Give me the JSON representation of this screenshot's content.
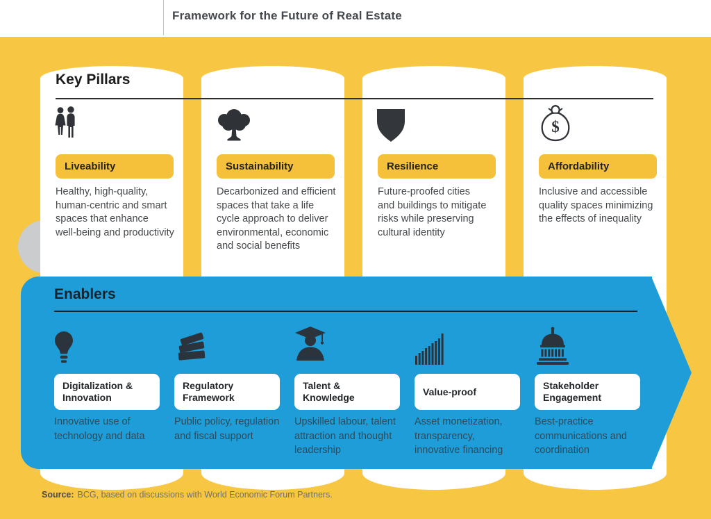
{
  "header": {
    "title": "Framework for the Future of Real Estate"
  },
  "pillars_section": {
    "heading": "Key Pillars"
  },
  "pillars": [
    {
      "title": "Liveability",
      "icon": "couple-icon",
      "description": "Healthy, high-quality,\nhuman-centric and smart\nspaces that enhance\nwell-being and productivity"
    },
    {
      "title": "Sustainability",
      "icon": "tree-icon",
      "description": "Decarbonized and efficient\nspaces that take a life\ncycle approach to deliver\nenvironmental, economic\nand social benefits"
    },
    {
      "title": "Resilience",
      "icon": "shield-icon",
      "description": "Future-proofed cities\nand buildings to mitigate\nrisks while preserving\ncultural identity"
    },
    {
      "title": "Affordability",
      "icon": "moneybag-icon",
      "description": "Inclusive and accessible\nquality spaces minimizing\nthe effects of inequality"
    }
  ],
  "enablers_section": {
    "heading": "Enablers"
  },
  "enablers": [
    {
      "title": "Digitalization &\nInnovation",
      "icon": "lightbulb-icon",
      "description": "Innovative use of\ntechnology and data"
    },
    {
      "title": "Regulatory\nFramework",
      "icon": "books-icon",
      "description": "Public policy, regulation\nand fiscal support"
    },
    {
      "title": "Talent &\nKnowledge",
      "icon": "graduate-icon",
      "description": "Upskilled labour, talent\nattraction and thought\nleadership"
    },
    {
      "title": "Value-proof",
      "icon": "bar-chart-icon",
      "description": "Asset monetization,\ntransparency,\ninnovative financing"
    },
    {
      "title": "Stakeholder\nEngagement",
      "icon": "capitol-icon",
      "description": "Best-practice\ncommunications and\ncoordination"
    }
  ],
  "icons": {
    "moneybag_glyph": "$"
  },
  "source": {
    "label": "Source:",
    "text": "BCG, based on discussions with World Economic Forum Partners."
  },
  "colors": {
    "background_yellow": "#F7C643",
    "badge_yellow": "#F5C13B",
    "enabler_blue": "#1F9DD9",
    "icon_dark": "#2F3338",
    "heading_dark": "#1c1c1c"
  }
}
